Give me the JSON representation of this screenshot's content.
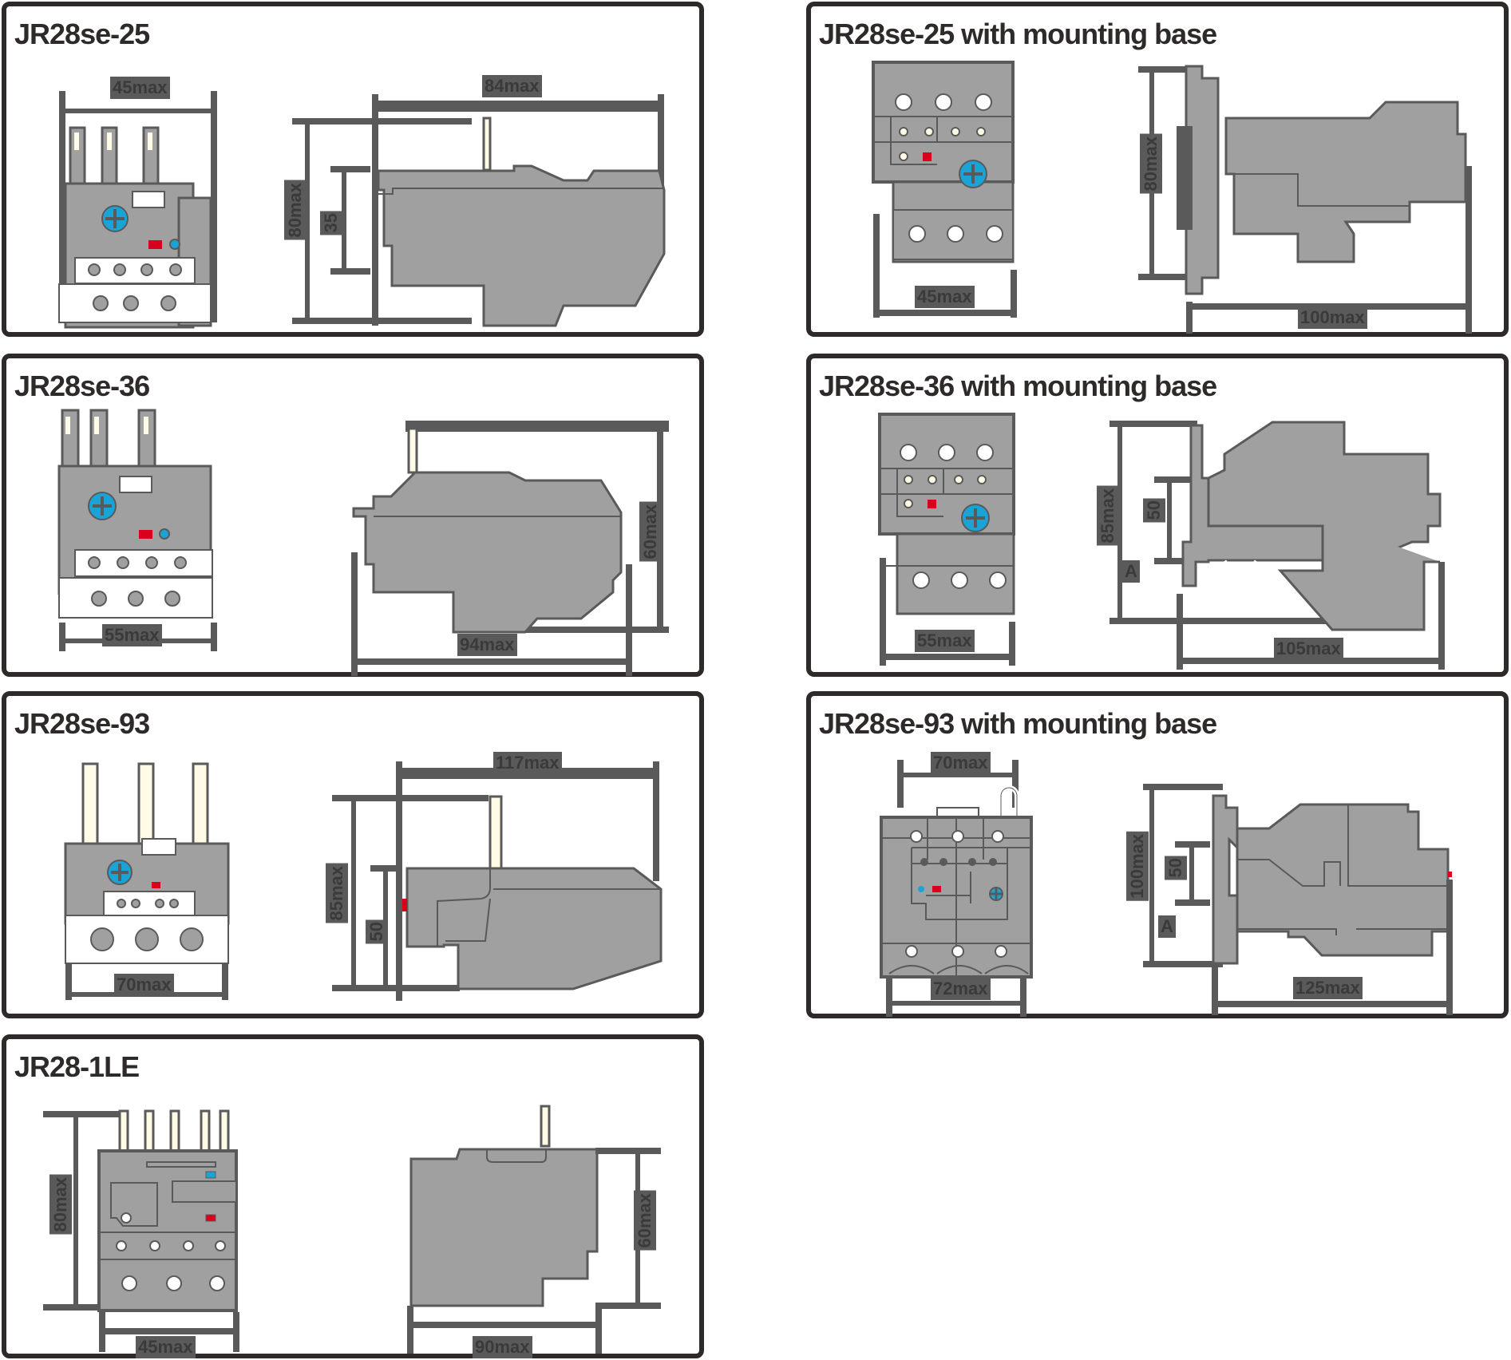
{
  "colors": {
    "frame": "#2e2a2a",
    "body_gray": "#a0a0a0",
    "outline_gray": "#5a5a5a",
    "terminal_white": "#ffffff",
    "contact_cream": "#fffbe6",
    "dial_blue": "#1aa3d6",
    "indicator_red": "#d8001c"
  },
  "panels": [
    {
      "id": "jr28se-25",
      "title": "JR28se-25",
      "front_width": "45max",
      "side_depth": "84max",
      "side_height": "80max",
      "side_inner": "35"
    },
    {
      "id": "jr28se-25-mounting",
      "title": "JR28se-25 with mounting base",
      "front_width": "45max",
      "side_depth": "100max",
      "side_height": "80max"
    },
    {
      "id": "jr28se-36",
      "title": "JR28se-36",
      "front_width": "55max",
      "side_depth": "94max",
      "side_height": "60max"
    },
    {
      "id": "jr28se-36-mounting",
      "title": "JR28se-36 with mounting base",
      "front_width": "55max",
      "side_depth": "105max",
      "side_height": "85max",
      "side_inner": "50",
      "side_offset": "A"
    },
    {
      "id": "jr28se-93",
      "title": "JR28se-93",
      "front_width": "70max",
      "side_depth": "117max",
      "side_height": "85max",
      "side_inner": "50"
    },
    {
      "id": "jr28se-93-mounting",
      "title": "JR28se-93 with mounting base",
      "front_width_top": "70max",
      "front_width": "72max",
      "side_depth": "125max",
      "side_height": "100max",
      "side_inner": "50",
      "side_offset": "A"
    },
    {
      "id": "jr28-1le",
      "title": "JR28-1LE",
      "front_width": "45max",
      "front_height": "80max",
      "side_depth": "90max",
      "side_height": "60max"
    }
  ]
}
